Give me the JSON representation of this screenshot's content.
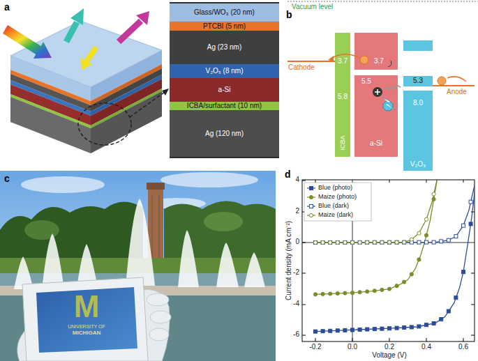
{
  "diagram": {
    "nodes": [
      {
        "text": [
          "Glass/WO₃ (20 nm)"
        ]
      },
      {
        "text": [
          "PTCBI (5 nm)"
        ]
      },
      {
        "text": [
          "Ag (23 nm)"
        ]
      },
      {
        "text": [
          "V₂O₅ (8 nm)"
        ]
      },
      {
        "text": [
          "a-Si"
        ]
      },
      {
        "text": [
          "ICBA/surfactant (10 nm)"
        ]
      },
      {
        "text": [
          "Ag (120 nm)"
        ]
      },
      {
        "text": [
          "3.7",
          "5.8",
          "ICBA"
        ]
      },
      {
        "text": [
          "3.7"
        ]
      },
      {
        "text": [
          "5.5",
          "a-Si"
        ]
      },
      {
        "text": [
          "5.3"
        ]
      },
      {
        "text": [
          "8.0",
          "V₂O₅"
        ]
      }
    ],
    "labels": [
      "a",
      "b",
      "Vacuum level",
      "Cathode",
      "Anode",
      "c",
      "M",
      "UNIVERSITY OF",
      "MICHIGAN",
      "d",
      "4",
      "2",
      "0",
      "-2",
      "-4",
      "-6",
      "-0.2",
      "0.0",
      "0.2",
      "0.4",
      "0.6",
      "Current density (mA cm⁻²)",
      "Voltage (V)"
    ],
    "legend": [
      {
        "text": "Blue (photo)"
      },
      {
        "text": "Maize (photo)"
      },
      {
        "text": "Blue (dark)"
      },
      {
        "text": "Maize (dark)"
      }
    ]
  }
}
